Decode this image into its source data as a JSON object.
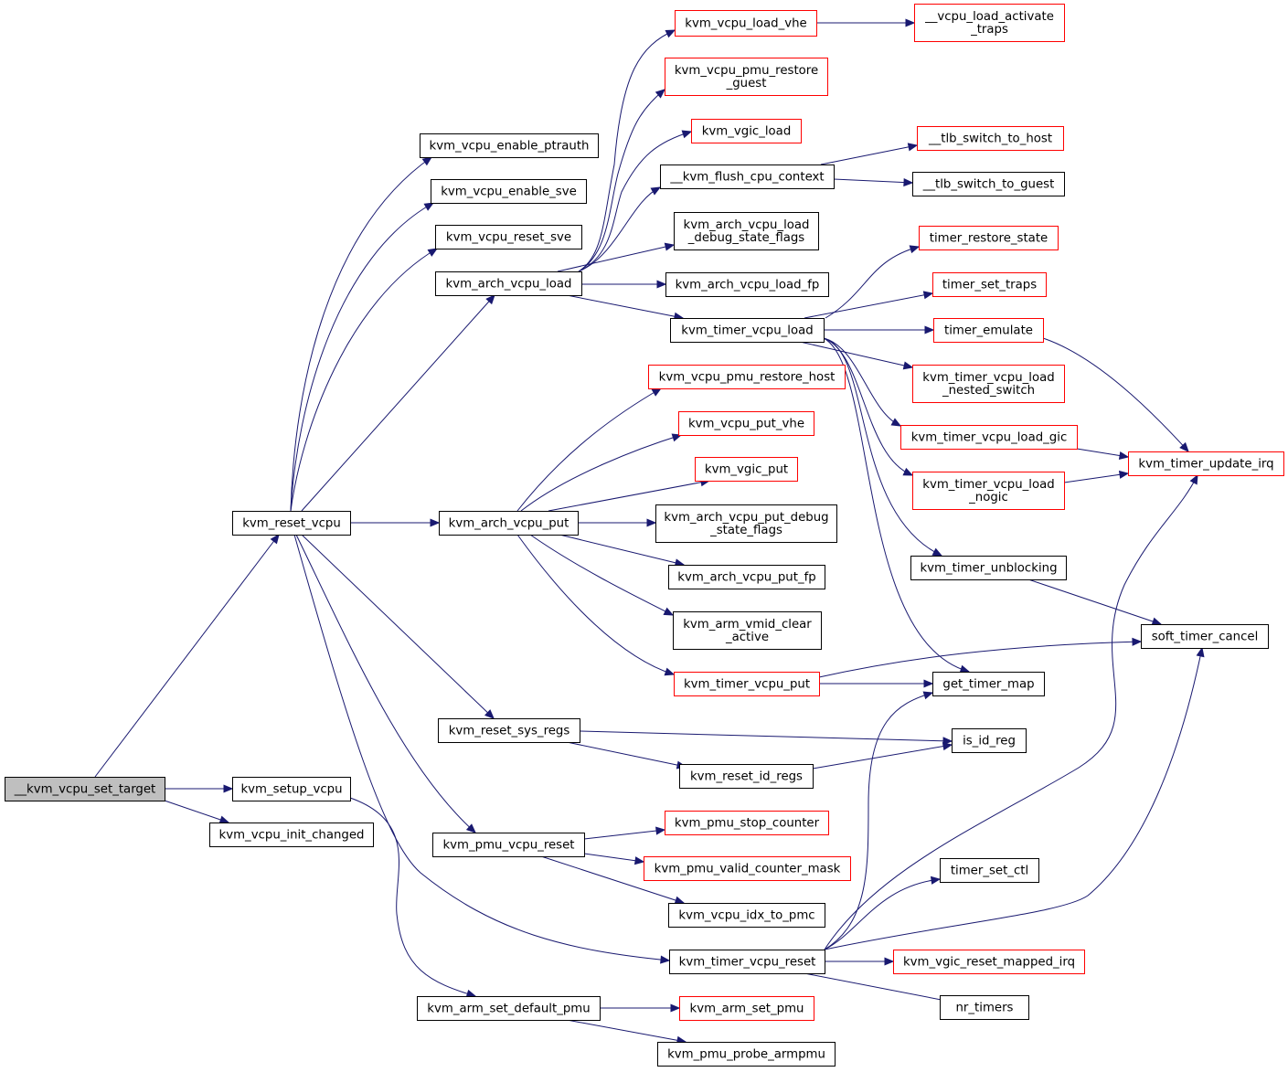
{
  "colors": {
    "edge": "#191970",
    "border_black": "#000000",
    "border_red": "#ff0000",
    "root_fill": "#bfbfbf",
    "node_fill": "#ffffff"
  },
  "graph": {
    "nodes": [
      {
        "id": "root",
        "lines": [
          "__kvm_vcpu_set_target"
        ],
        "border": "black",
        "root": true
      },
      {
        "id": "reset_vcpu",
        "lines": [
          "kvm_reset_vcpu"
        ],
        "border": "black"
      },
      {
        "id": "setup_vcpu",
        "lines": [
          "kvm_setup_vcpu"
        ],
        "border": "black"
      },
      {
        "id": "init_changed",
        "lines": [
          "kvm_vcpu_init_changed"
        ],
        "border": "black"
      },
      {
        "id": "enable_ptrauth",
        "lines": [
          "kvm_vcpu_enable_ptrauth"
        ],
        "border": "black"
      },
      {
        "id": "enable_sve",
        "lines": [
          "kvm_vcpu_enable_sve"
        ],
        "border": "black"
      },
      {
        "id": "reset_sve",
        "lines": [
          "kvm_vcpu_reset_sve"
        ],
        "border": "black"
      },
      {
        "id": "arch_load",
        "lines": [
          "kvm_arch_vcpu_load"
        ],
        "border": "black"
      },
      {
        "id": "arch_put",
        "lines": [
          "kvm_arch_vcpu_put"
        ],
        "border": "black"
      },
      {
        "id": "reset_sys_regs",
        "lines": [
          "kvm_reset_sys_regs"
        ],
        "border": "black"
      },
      {
        "id": "pmu_vcpu_reset",
        "lines": [
          "kvm_pmu_vcpu_reset"
        ],
        "border": "black"
      },
      {
        "id": "set_default_pmu",
        "lines": [
          "kvm_arm_set_default_pmu"
        ],
        "border": "black"
      },
      {
        "id": "load_vhe",
        "lines": [
          "kvm_vcpu_load_vhe"
        ],
        "border": "red"
      },
      {
        "id": "pmu_restore_guest",
        "lines": [
          "kvm_vcpu_pmu_restore",
          "_guest"
        ],
        "border": "red"
      },
      {
        "id": "vgic_load",
        "lines": [
          "kvm_vgic_load"
        ],
        "border": "red"
      },
      {
        "id": "flush_cpu",
        "lines": [
          "__kvm_flush_cpu_context"
        ],
        "border": "black"
      },
      {
        "id": "load_debug",
        "lines": [
          "kvm_arch_vcpu_load",
          "_debug_state_flags"
        ],
        "border": "black"
      },
      {
        "id": "load_fp",
        "lines": [
          "kvm_arch_vcpu_load_fp"
        ],
        "border": "black"
      },
      {
        "id": "timer_load",
        "lines": [
          "kvm_timer_vcpu_load"
        ],
        "border": "black"
      },
      {
        "id": "pmu_restore_host",
        "lines": [
          "kvm_vcpu_pmu_restore_host"
        ],
        "border": "red"
      },
      {
        "id": "put_vhe",
        "lines": [
          "kvm_vcpu_put_vhe"
        ],
        "border": "red"
      },
      {
        "id": "vgic_put",
        "lines": [
          "kvm_vgic_put"
        ],
        "border": "red"
      },
      {
        "id": "put_debug",
        "lines": [
          "kvm_arch_vcpu_put_debug",
          "_state_flags"
        ],
        "border": "black"
      },
      {
        "id": "put_fp",
        "lines": [
          "kvm_arch_vcpu_put_fp"
        ],
        "border": "black"
      },
      {
        "id": "vmid_clear",
        "lines": [
          "kvm_arm_vmid_clear",
          "_active"
        ],
        "border": "black"
      },
      {
        "id": "timer_put",
        "lines": [
          "kvm_timer_vcpu_put"
        ],
        "border": "red"
      },
      {
        "id": "reset_id_regs",
        "lines": [
          "kvm_reset_id_regs"
        ],
        "border": "black"
      },
      {
        "id": "pmu_stop",
        "lines": [
          "kvm_pmu_stop_counter"
        ],
        "border": "red"
      },
      {
        "id": "pmu_valid",
        "lines": [
          "kvm_pmu_valid_counter_mask"
        ],
        "border": "red"
      },
      {
        "id": "idx_to_pmc",
        "lines": [
          "kvm_vcpu_idx_to_pmc"
        ],
        "border": "black"
      },
      {
        "id": "timer_reset",
        "lines": [
          "kvm_timer_vcpu_reset"
        ],
        "border": "black"
      },
      {
        "id": "arm_set_pmu",
        "lines": [
          "kvm_arm_set_pmu"
        ],
        "border": "red"
      },
      {
        "id": "probe_armpmu",
        "lines": [
          "kvm_pmu_probe_armpmu"
        ],
        "border": "black"
      },
      {
        "id": "activate_traps",
        "lines": [
          "__vcpu_load_activate",
          "_traps"
        ],
        "border": "red"
      },
      {
        "id": "tlb_host",
        "lines": [
          "__tlb_switch_to_host"
        ],
        "border": "red"
      },
      {
        "id": "tlb_guest",
        "lines": [
          "__tlb_switch_to_guest"
        ],
        "border": "black"
      },
      {
        "id": "timer_restore",
        "lines": [
          "timer_restore_state"
        ],
        "border": "red"
      },
      {
        "id": "timer_set_traps",
        "lines": [
          "timer_set_traps"
        ],
        "border": "red"
      },
      {
        "id": "timer_emulate",
        "lines": [
          "timer_emulate"
        ],
        "border": "red"
      },
      {
        "id": "load_nested",
        "lines": [
          "kvm_timer_vcpu_load",
          "_nested_switch"
        ],
        "border": "red"
      },
      {
        "id": "load_gic",
        "lines": [
          "kvm_timer_vcpu_load_gic"
        ],
        "border": "red"
      },
      {
        "id": "load_nogic",
        "lines": [
          "kvm_timer_vcpu_load",
          "_nogic"
        ],
        "border": "red"
      },
      {
        "id": "timer_unblocking",
        "lines": [
          "kvm_timer_unblocking"
        ],
        "border": "black"
      },
      {
        "id": "get_timer_map",
        "lines": [
          "get_timer_map"
        ],
        "border": "black"
      },
      {
        "id": "is_id_reg",
        "lines": [
          "is_id_reg"
        ],
        "border": "black"
      },
      {
        "id": "timer_set_ctl",
        "lines": [
          "timer_set_ctl"
        ],
        "border": "black"
      },
      {
        "id": "vgic_reset_irq",
        "lines": [
          "kvm_vgic_reset_mapped_irq"
        ],
        "border": "red"
      },
      {
        "id": "nr_timers",
        "lines": [
          "nr_timers"
        ],
        "border": "black"
      },
      {
        "id": "update_irq",
        "lines": [
          "kvm_timer_update_irq"
        ],
        "border": "red"
      },
      {
        "id": "soft_timer_cancel",
        "lines": [
          "soft_timer_cancel"
        ],
        "border": "black"
      }
    ],
    "edges": [
      [
        "root",
        "reset_vcpu"
      ],
      [
        "root",
        "setup_vcpu"
      ],
      [
        "root",
        "init_changed"
      ],
      [
        "reset_vcpu",
        "enable_ptrauth"
      ],
      [
        "reset_vcpu",
        "enable_sve"
      ],
      [
        "reset_vcpu",
        "reset_sve"
      ],
      [
        "reset_vcpu",
        "arch_load"
      ],
      [
        "reset_vcpu",
        "arch_put"
      ],
      [
        "reset_vcpu",
        "reset_sys_regs"
      ],
      [
        "reset_vcpu",
        "pmu_vcpu_reset"
      ],
      [
        "reset_vcpu",
        "timer_reset"
      ],
      [
        "setup_vcpu",
        "set_default_pmu"
      ],
      [
        "arch_load",
        "load_vhe"
      ],
      [
        "arch_load",
        "pmu_restore_guest"
      ],
      [
        "arch_load",
        "vgic_load"
      ],
      [
        "arch_load",
        "flush_cpu"
      ],
      [
        "arch_load",
        "load_debug"
      ],
      [
        "arch_load",
        "load_fp"
      ],
      [
        "arch_load",
        "timer_load"
      ],
      [
        "load_vhe",
        "activate_traps"
      ],
      [
        "flush_cpu",
        "tlb_host"
      ],
      [
        "flush_cpu",
        "tlb_guest"
      ],
      [
        "timer_load",
        "timer_restore"
      ],
      [
        "timer_load",
        "timer_set_traps"
      ],
      [
        "timer_load",
        "timer_emulate"
      ],
      [
        "timer_load",
        "load_nested"
      ],
      [
        "timer_load",
        "load_gic"
      ],
      [
        "timer_load",
        "load_nogic"
      ],
      [
        "timer_load",
        "timer_unblocking"
      ],
      [
        "timer_load",
        "get_timer_map"
      ],
      [
        "timer_emulate",
        "update_irq"
      ],
      [
        "load_gic",
        "update_irq"
      ],
      [
        "load_nogic",
        "update_irq"
      ],
      [
        "timer_unblocking",
        "soft_timer_cancel"
      ],
      [
        "arch_put",
        "pmu_restore_host"
      ],
      [
        "arch_put",
        "put_vhe"
      ],
      [
        "arch_put",
        "vgic_put"
      ],
      [
        "arch_put",
        "put_debug"
      ],
      [
        "arch_put",
        "put_fp"
      ],
      [
        "arch_put",
        "vmid_clear"
      ],
      [
        "arch_put",
        "timer_put"
      ],
      [
        "timer_put",
        "soft_timer_cancel"
      ],
      [
        "timer_put",
        "get_timer_map"
      ],
      [
        "reset_sys_regs",
        "is_id_reg"
      ],
      [
        "reset_sys_regs",
        "reset_id_regs"
      ],
      [
        "reset_id_regs",
        "is_id_reg"
      ],
      [
        "pmu_vcpu_reset",
        "pmu_stop"
      ],
      [
        "pmu_vcpu_reset",
        "pmu_valid"
      ],
      [
        "pmu_vcpu_reset",
        "idx_to_pmc"
      ],
      [
        "timer_reset",
        "timer_set_ctl"
      ],
      [
        "timer_reset",
        "vgic_reset_irq"
      ],
      [
        "timer_reset",
        "nr_timers"
      ],
      [
        "timer_reset",
        "get_timer_map"
      ],
      [
        "timer_reset",
        "update_irq"
      ],
      [
        "timer_reset",
        "soft_timer_cancel"
      ],
      [
        "set_default_pmu",
        "arm_set_pmu"
      ],
      [
        "set_default_pmu",
        "probe_armpmu"
      ]
    ]
  }
}
